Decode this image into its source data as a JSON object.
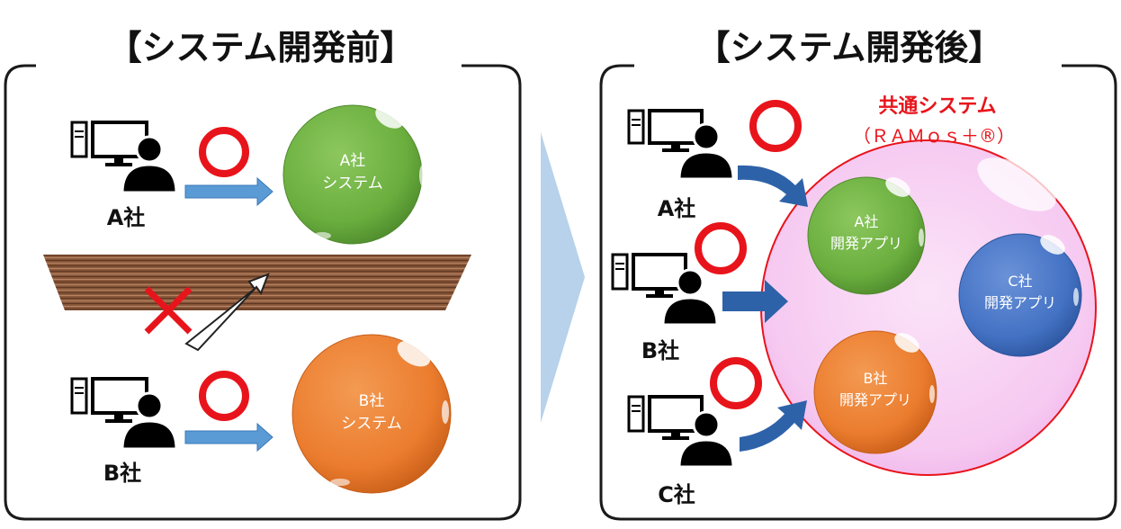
{
  "before": {
    "title": "【システム開発前】",
    "companies": {
      "a": {
        "label": "A社"
      },
      "b": {
        "label": "B社"
      }
    },
    "systems": {
      "a": {
        "line1": "A社",
        "line2": "システム",
        "color": "#6AAE3E"
      },
      "b": {
        "line1": "B社",
        "line2": "システム",
        "color": "#EB7C2E"
      }
    }
  },
  "after": {
    "title": "【システム開発後】",
    "common_system": {
      "line1": "共通システム",
      "line2": "（ＲＡＭｏｓ＋®）"
    },
    "companies": {
      "a": {
        "label": "A社"
      },
      "b": {
        "label": "B社"
      },
      "c": {
        "label": "C社"
      }
    },
    "apps": {
      "a": {
        "line1": "A社",
        "line2": "開発アプリ",
        "color": "#6AAE3E"
      },
      "b": {
        "line1": "B社",
        "line2": "開発アプリ",
        "color": "#EB7C2E"
      },
      "c": {
        "line1": "C社",
        "line2": "開発アプリ",
        "color": "#4472C4"
      }
    }
  },
  "colors": {
    "ok_mark": "#E8141B",
    "ng_mark": "#E8141B",
    "blue_arrow": "#5B9BD5",
    "dark_arrow": "#2E62A8",
    "transition_arrow": "#B7D2EA",
    "barrier": "#7A4A2E",
    "common_fill": "#F6C9F1",
    "common_stroke": "#E8141B"
  }
}
